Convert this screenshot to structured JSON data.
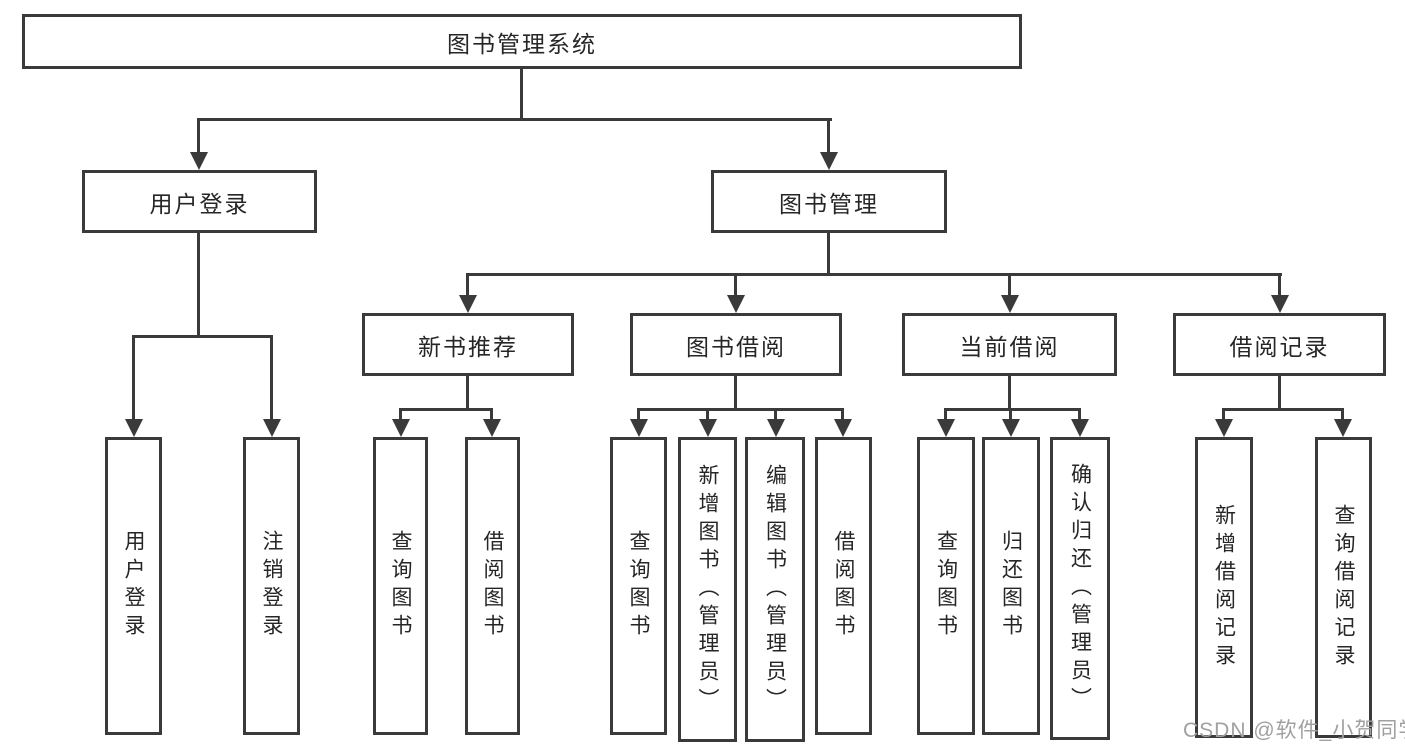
{
  "diagram": {
    "root": {
      "label": "图书管理系统"
    },
    "level2": [
      {
        "id": "user-login",
        "label": "用户登录"
      },
      {
        "id": "book-management",
        "label": "图书管理"
      }
    ],
    "level3": [
      {
        "id": "new-book-recommend",
        "label": "新书推荐"
      },
      {
        "id": "book-borrow",
        "label": "图书借阅"
      },
      {
        "id": "current-borrow",
        "label": "当前借阅"
      },
      {
        "id": "borrow-records",
        "label": "借阅记录"
      }
    ],
    "leaves": [
      {
        "group": "user-login",
        "label": "用户登录"
      },
      {
        "group": "user-login",
        "label": "注销登录"
      },
      {
        "group": "new-book-recommend",
        "label": "查询图书"
      },
      {
        "group": "new-book-recommend",
        "label": "借阅图书"
      },
      {
        "group": "book-borrow",
        "label": "查询图书"
      },
      {
        "group": "book-borrow",
        "label": "新增图书（管理员）"
      },
      {
        "group": "book-borrow",
        "label": "编辑图书（管理员）"
      },
      {
        "group": "book-borrow",
        "label": "借阅图书"
      },
      {
        "group": "current-borrow",
        "label": "查询图书"
      },
      {
        "group": "current-borrow",
        "label": "归还图书"
      },
      {
        "group": "current-borrow",
        "label": "确认归还（管理员）"
      },
      {
        "group": "borrow-records",
        "label": "新增借阅记录"
      },
      {
        "group": "borrow-records",
        "label": "查询借阅记录"
      }
    ]
  },
  "watermark": {
    "text": "CSDN @软件_小贺同学"
  },
  "colors": {
    "line": "#3a3a3a",
    "text": "#262626",
    "watermark": "#a0a0a0",
    "background": "#ffffff"
  }
}
